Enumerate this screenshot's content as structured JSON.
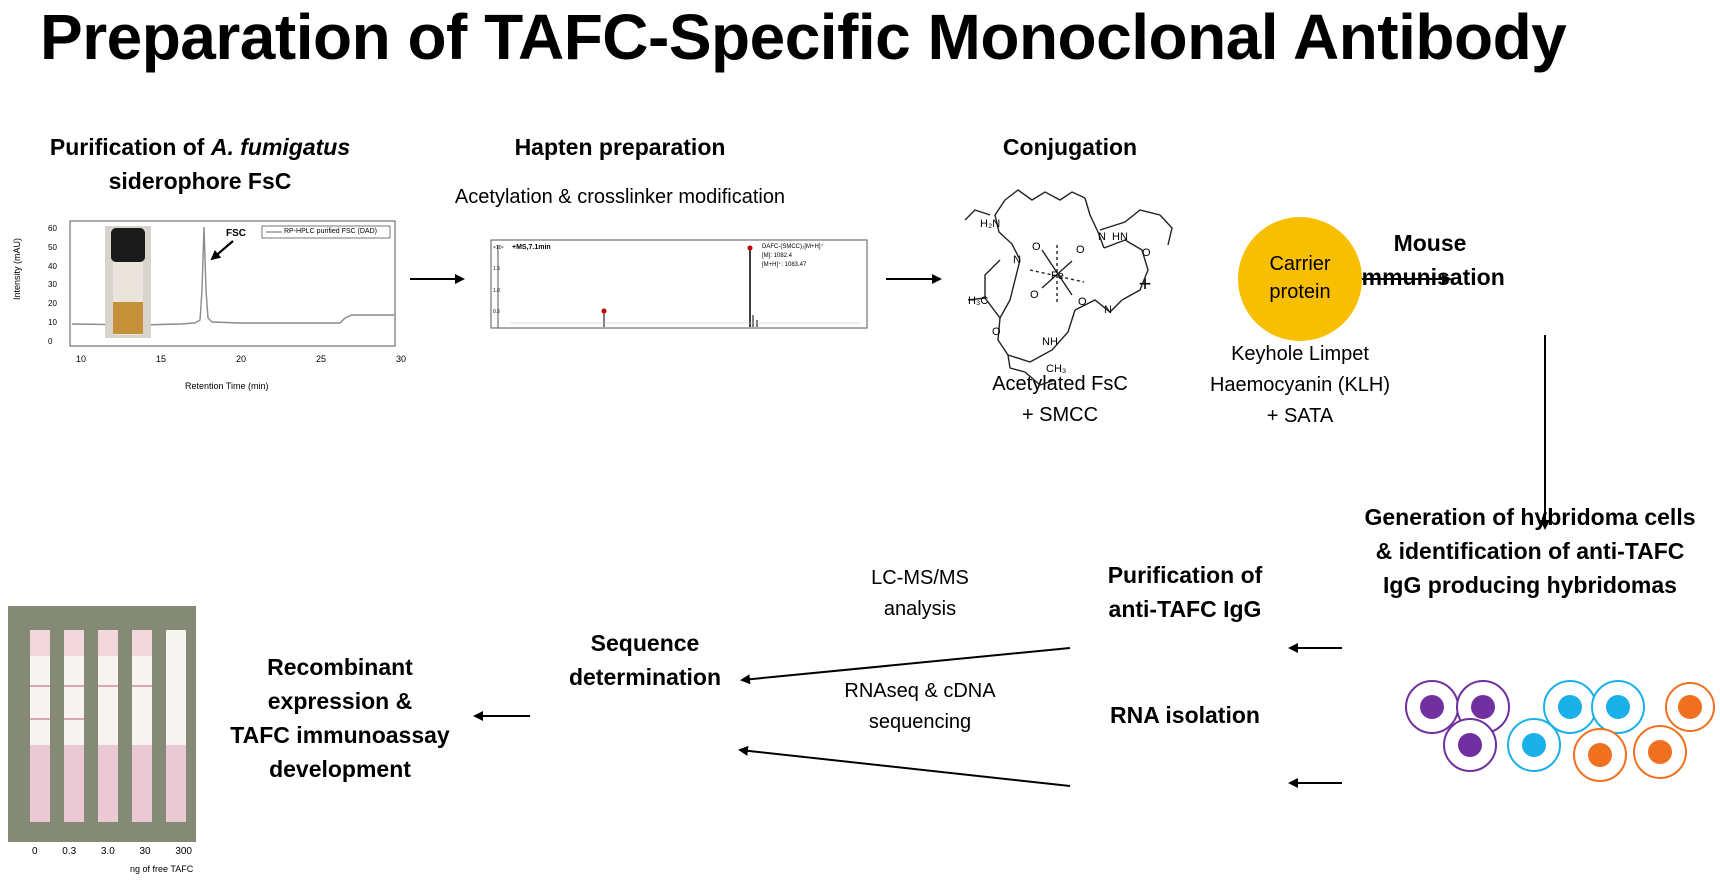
{
  "title": "Preparation of TAFC-Specific Monoclonal Antibody",
  "steps": {
    "purification": {
      "heading_prefix": "Purification of ",
      "heading_italic": "A. fumigatus",
      "heading_line2": "siderophore FsC"
    },
    "hapten": {
      "heading": "Hapten preparation",
      "subtitle": "Acetylation & crosslinker modification"
    },
    "conjugation": {
      "heading": "Conjugation"
    },
    "mouse": {
      "line1": "Mouse",
      "line2": "immunisation"
    },
    "hybridoma": {
      "line1": "Generation of hybridoma cells",
      "line2": "& identification of anti-TAFC",
      "line3": "IgG producing hybridomas"
    },
    "purif_igg": {
      "line1": "Purification of",
      "line2": "anti-TAFC IgG"
    },
    "rna": {
      "heading": "RNA isolation"
    },
    "lcms": {
      "line1": "LC-MS/MS",
      "line2": "analysis"
    },
    "rnaseq": {
      "line1": "RNAseq & cDNA",
      "line2": "sequencing"
    },
    "sequence": {
      "line1": "Sequence",
      "line2": "determination"
    },
    "recombinant": {
      "line1": "Recombinant",
      "line2": "expression &",
      "line3": "TAFC immunoassay",
      "line4": "development"
    }
  },
  "conjugation_parts": {
    "molecule_label_1": "Acetylated FsC",
    "molecule_label_2": "+ SMCC",
    "plus": "+",
    "carrier_line1": "Carrier",
    "carrier_line2": "protein",
    "klh_line1": "Keyhole Limpet",
    "klh_line2": "Haemocyanin (KLH)",
    "klh_line3": "+ SATA",
    "atoms": {
      "fe": "Fe",
      "o": "O",
      "n": "N",
      "nh2": "H₂N",
      "hn": "HN",
      "nh": "NH",
      "h3c": "H₃C",
      "ch3": "CH₃"
    }
  },
  "hplc": {
    "ylabel": "Intensity (mAU)",
    "xlabel": "Retention Time (min)",
    "legend": "RP-HPLC purified FSC (DAD)",
    "peak_label": "FSC",
    "x_ticks": [
      "10",
      "15",
      "20",
      "25",
      "30"
    ],
    "y_ticks": [
      "60",
      "50",
      "40",
      "30",
      "20",
      "10",
      "0"
    ]
  },
  "ms": {
    "header": "+MS,7.1min",
    "annotation_1": "DAFC-(SMCC)₂[M+H]⁺",
    "annotation_2": "[M]: 1082.4",
    "annotation_3": "[M+H]⁺: 1083.47",
    "y_ticks": [
      "×10⁴",
      "1.5",
      "1.0",
      "0.5"
    ]
  },
  "strip": {
    "x_ticks": [
      "0",
      "0.3",
      "3.0",
      "30",
      "300"
    ],
    "xlabel": "ng of free TAFC"
  },
  "colors": {
    "carrier": "#f8be00",
    "purple": "#7030a0",
    "blue": "#1ab0e8",
    "orange": "#f07020",
    "strip_bg": "#858a76"
  }
}
